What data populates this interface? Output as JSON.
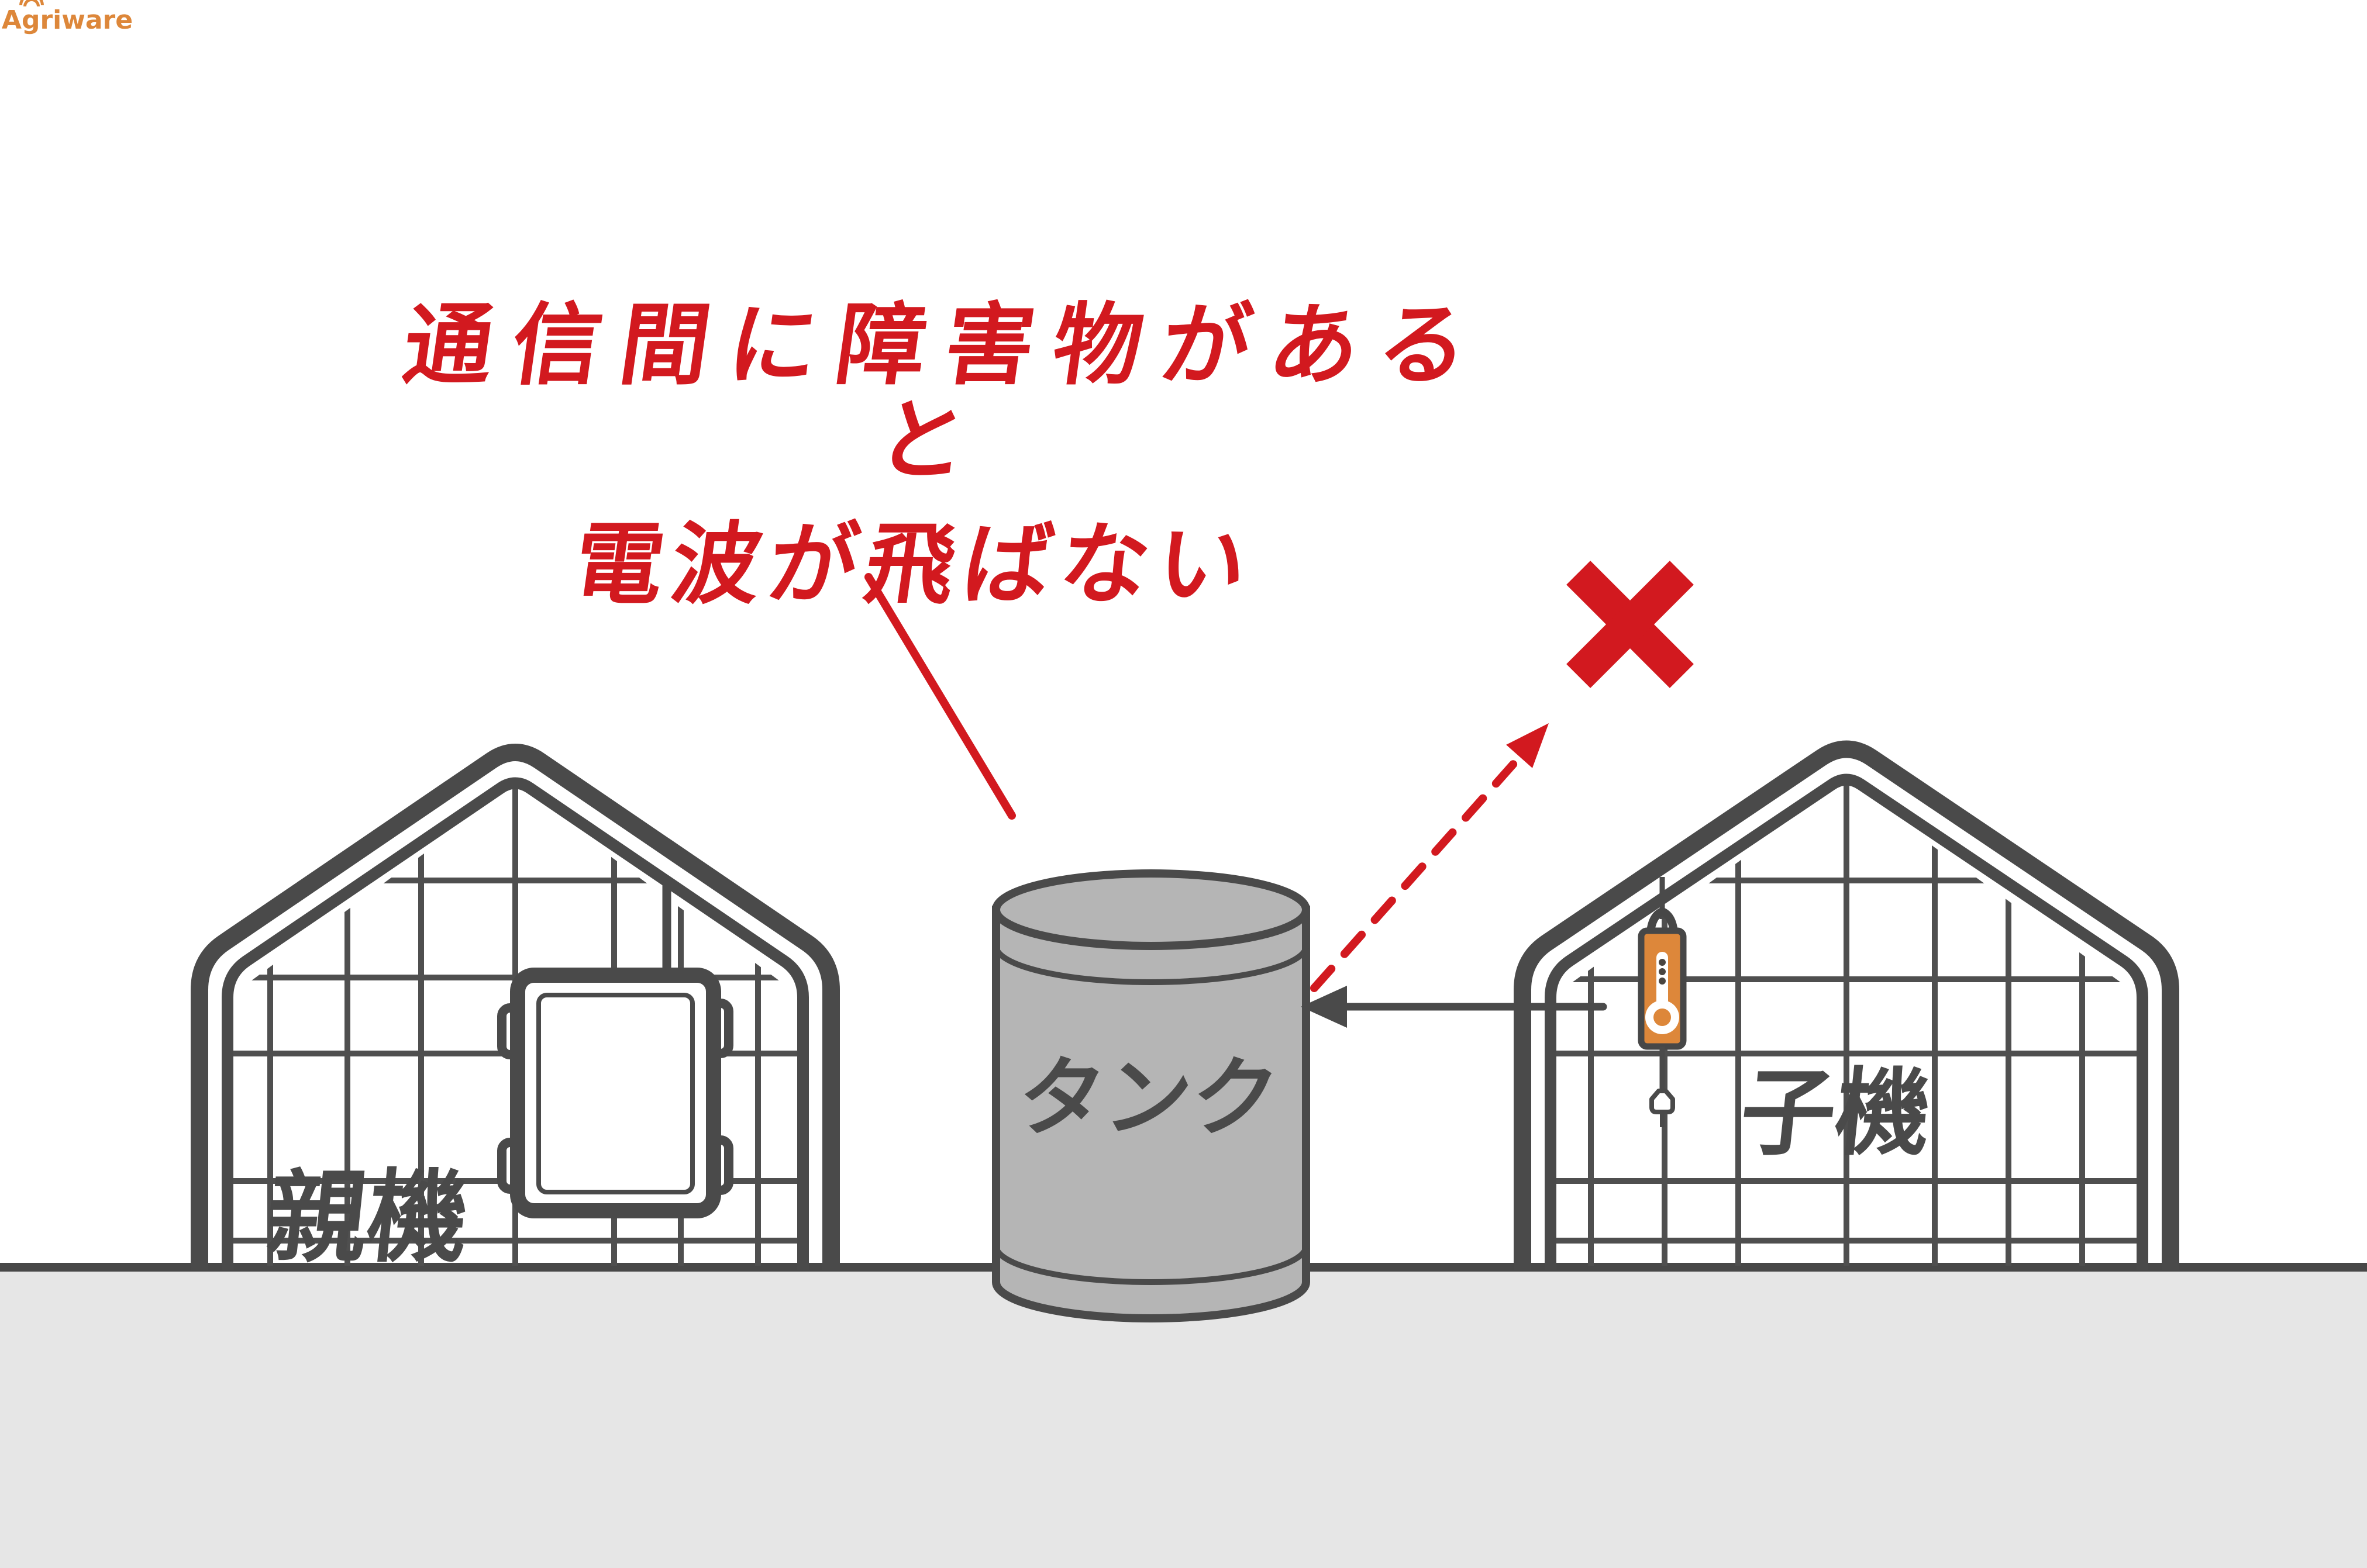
{
  "illustration": {
    "caption": {
      "line1": "通信間に障害物があると",
      "line2": "電波が飛ばない"
    },
    "parent_greenhouse": {
      "label": "親機",
      "device": {
        "brand": "Agriware",
        "brand_a": "A",
        "brand_g": "g",
        "brand_rest": "riware"
      }
    },
    "tank": {
      "label": "タンク"
    },
    "child_greenhouse": {
      "label": "子機"
    },
    "icons": [
      "x-mark-icon",
      "wifi-arc-icon",
      "thermometer-icon"
    ],
    "colors": {
      "alert_red": "#d2191f",
      "outline_dark": "#4a4a4a",
      "accent_orange": "#dd873a",
      "tank_gray": "#b5b5b5",
      "ground_gray": "#e6e6e6"
    }
  }
}
